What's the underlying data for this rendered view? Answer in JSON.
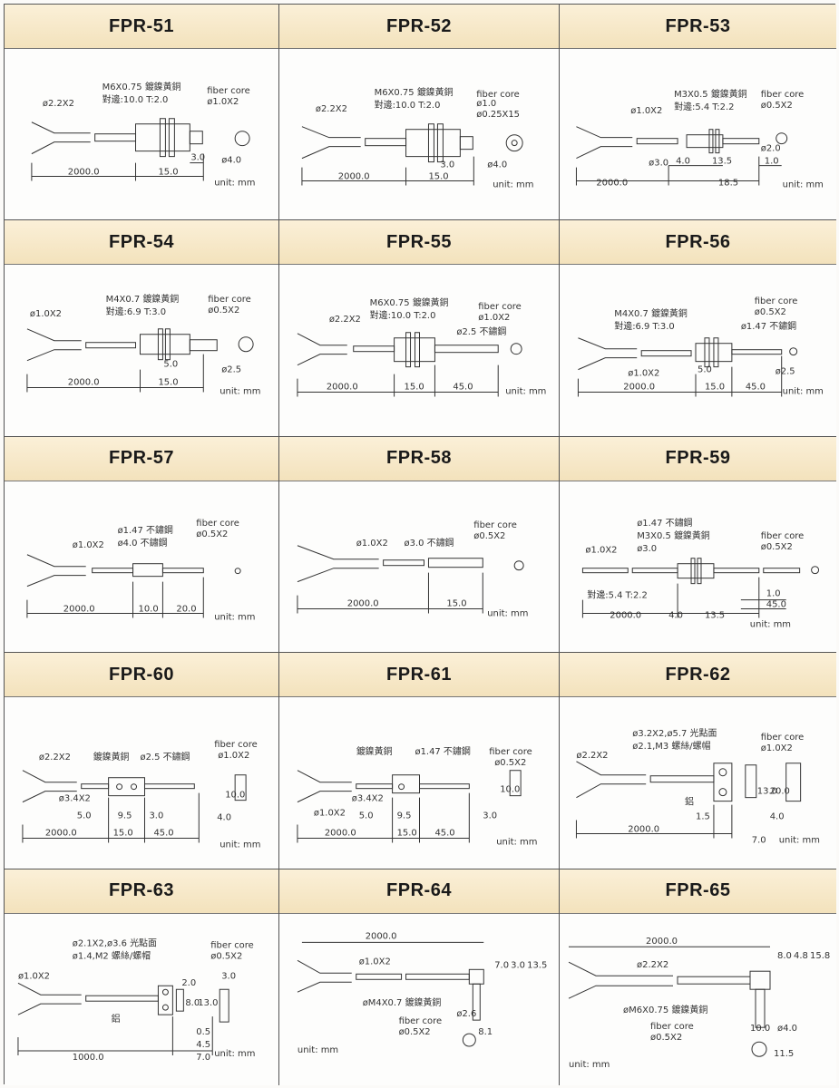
{
  "cells": [
    {
      "model": "FPR-51",
      "dims": [
        "2000.0",
        "15.0",
        "3.0"
      ],
      "labels": [
        "ø2.2X2",
        "M6X0.75 鍍鎳黃銅",
        "對邊:10.0 T:2.0",
        "fiber core",
        "ø1.0X2",
        "ø4.0",
        "unit: mm"
      ]
    },
    {
      "model": "FPR-52",
      "dims": [
        "2000.0",
        "15.0",
        "3.0"
      ],
      "labels": [
        "ø2.2X2",
        "M6X0.75 鍍鎳黃銅",
        "對邊:10.0 T:2.0",
        "fiber core",
        "ø1.0",
        "ø0.25X15",
        "ø4.0",
        "unit: mm"
      ]
    },
    {
      "model": "FPR-53",
      "dims": [
        "2000.0",
        "18.5",
        "4.0",
        "13.5",
        "1.0"
      ],
      "labels": [
        "ø1.0X2",
        "M3X0.5 鍍鎳黃銅",
        "對邊:5.4 T:2.2",
        "fiber core",
        "ø0.5X2",
        "ø2.0",
        "ø3.0",
        "unit: mm"
      ]
    },
    {
      "model": "FPR-54",
      "dims": [
        "2000.0",
        "15.0",
        "5.0"
      ],
      "labels": [
        "ø1.0X2",
        "M4X0.7 鍍鎳黃銅",
        "對邊:6.9 T:3.0",
        "fiber core",
        "ø0.5X2",
        "ø2.5",
        "unit: mm"
      ]
    },
    {
      "model": "FPR-55",
      "dims": [
        "2000.0",
        "15.0",
        "45.0"
      ],
      "labels": [
        "ø2.2X2",
        "M6X0.75 鍍鎳黃銅",
        "對邊:10.0 T:2.0",
        "fiber core",
        "ø1.0X2",
        "ø2.5 不鏽鋼",
        "unit: mm"
      ]
    },
    {
      "model": "FPR-56",
      "dims": [
        "2000.0",
        "15.0",
        "45.0",
        "5.0"
      ],
      "labels": [
        "M4X0.7 鍍鎳黃銅",
        "對邊:6.9 T:3.0",
        "fiber core",
        "ø0.5X2",
        "ø1.47 不鏽鋼",
        "ø1.0X2",
        "ø2.5",
        "unit: mm"
      ]
    },
    {
      "model": "FPR-57",
      "dims": [
        "2000.0",
        "10.0",
        "20.0"
      ],
      "labels": [
        "ø1.0X2",
        "ø1.47 不鏽鋼",
        "ø4.0 不鏽鋼",
        "fiber core",
        "ø0.5X2",
        "unit: mm"
      ]
    },
    {
      "model": "FPR-58",
      "dims": [
        "2000.0",
        "15.0"
      ],
      "labels": [
        "ø1.0X2",
        "ø3.0 不鏽鋼",
        "fiber core",
        "ø0.5X2",
        "unit: mm"
      ]
    },
    {
      "model": "FPR-59",
      "dims": [
        "2000.0",
        "4.0",
        "13.5",
        "1.0",
        "45.0"
      ],
      "labels": [
        "ø1.47 不鏽鋼",
        "M3X0.5 鍍鎳黃銅",
        "ø3.0",
        "ø1.0X2",
        "對邊:5.4 T:2.2",
        "fiber core",
        "ø0.5X2",
        "unit: mm"
      ]
    },
    {
      "model": "FPR-60",
      "dims": [
        "2000.0",
        "15.0",
        "45.0",
        "5.0",
        "9.5",
        "3.0",
        "10.0",
        "4.0"
      ],
      "labels": [
        "ø2.2X2",
        "鍍鎳黃銅",
        "ø2.5 不鏽鋼",
        "ø3.4X2",
        "fiber core",
        "ø1.0X2",
        "unit: mm"
      ]
    },
    {
      "model": "FPR-61",
      "dims": [
        "2000.0",
        "15.0",
        "45.0",
        "5.0",
        "9.5",
        "3.0",
        "10.0"
      ],
      "labels": [
        "鍍鎳黃銅",
        "ø1.47 不鏽鋼",
        "ø3.4X2",
        "ø1.0X2",
        "fiber core",
        "ø0.5X2",
        "unit: mm"
      ]
    },
    {
      "model": "FPR-62",
      "dims": [
        "2000.0",
        "7.0",
        "1.5",
        "4.0",
        "13.0",
        "20.0"
      ],
      "labels": [
        "ø3.2X2,ø5.7 光點面",
        "ø2.1,M3 螺絲/螺帽",
        "ø2.2X2",
        "fiber core",
        "ø1.0X2",
        "鋁",
        "unit: mm"
      ]
    },
    {
      "model": "FPR-63",
      "dims": [
        "1000.0",
        "7.0",
        "4.5",
        "0.5",
        "3.0",
        "2.0",
        "8.0",
        "13.0"
      ],
      "labels": [
        "ø2.1X2,ø3.6 光點面",
        "ø1.4,M2 螺絲/螺帽",
        "ø1.0X2",
        "fiber core",
        "ø0.5X2",
        "鋁",
        "unit: mm"
      ]
    },
    {
      "model": "FPR-64",
      "dims": [
        "2000.0",
        "7.0",
        "3.0",
        "13.5",
        "8.1"
      ],
      "labels": [
        "ø1.0X2",
        "øM4X0.7 鍍鎳黃銅",
        "ø2.6",
        "fiber core",
        "ø0.5X2",
        "unit: mm"
      ]
    },
    {
      "model": "FPR-65",
      "dims": [
        "2000.0",
        "8.0",
        "4.8",
        "15.8",
        "10.0",
        "11.5"
      ],
      "labels": [
        "ø2.2X2",
        "øM6X0.75 鍍鎳黃銅",
        "ø4.0",
        "fiber core",
        "ø0.5X2",
        "unit: mm"
      ]
    }
  ]
}
